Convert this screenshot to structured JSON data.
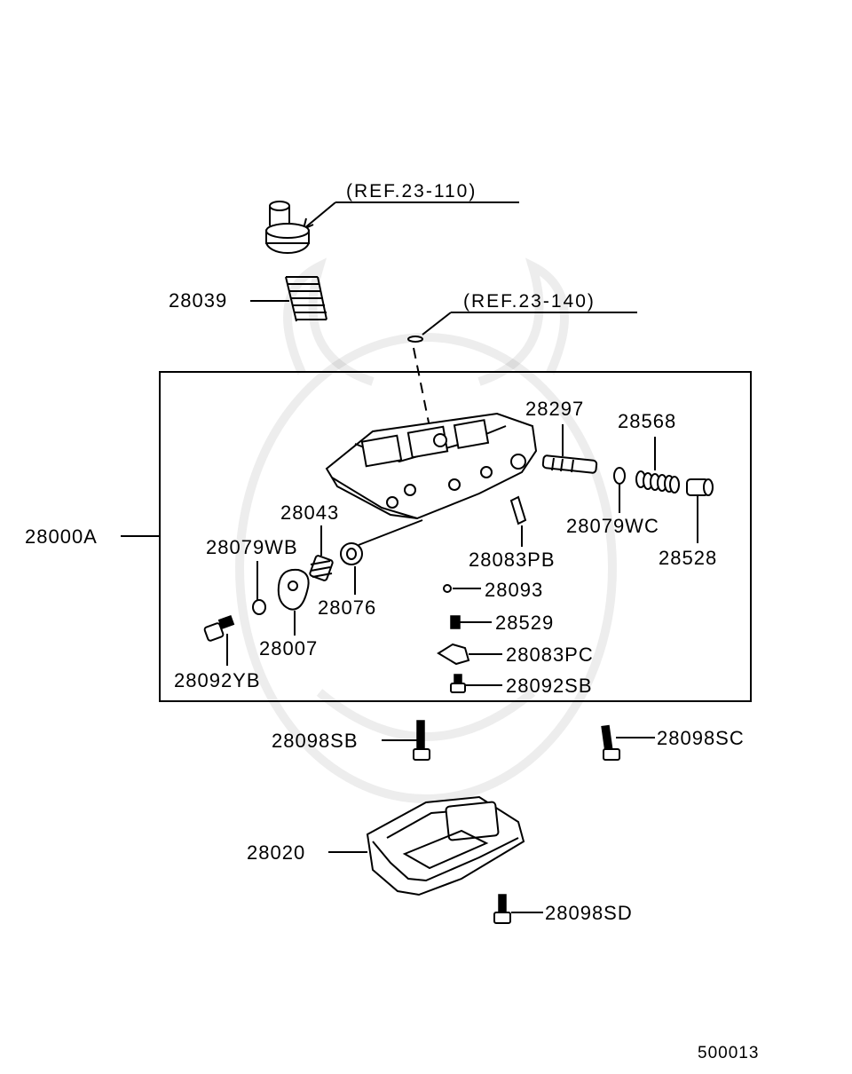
{
  "refs": {
    "ref_23_110": "(REF.23-110)",
    "ref_23_140": "(REF.23-140)"
  },
  "labels": {
    "p28039": "28039",
    "p28297": "28297",
    "p28568": "28568",
    "p28000A": "28000A",
    "p28043": "28043",
    "p28079WB": "28079WB",
    "p28079WC": "28079WC",
    "p28083PB": "28083PB",
    "p28528": "28528",
    "p28093": "28093",
    "p28076": "28076",
    "p28529": "28529",
    "p28007": "28007",
    "p28083PC": "28083PC",
    "p28092YB": "28092YB",
    "p28092SB": "28092SB",
    "p28098SB": "28098SB",
    "p28098SC": "28098SC",
    "p28020": "28020",
    "p28098SD": "28098SD"
  },
  "footer": {
    "code": "500013"
  }
}
